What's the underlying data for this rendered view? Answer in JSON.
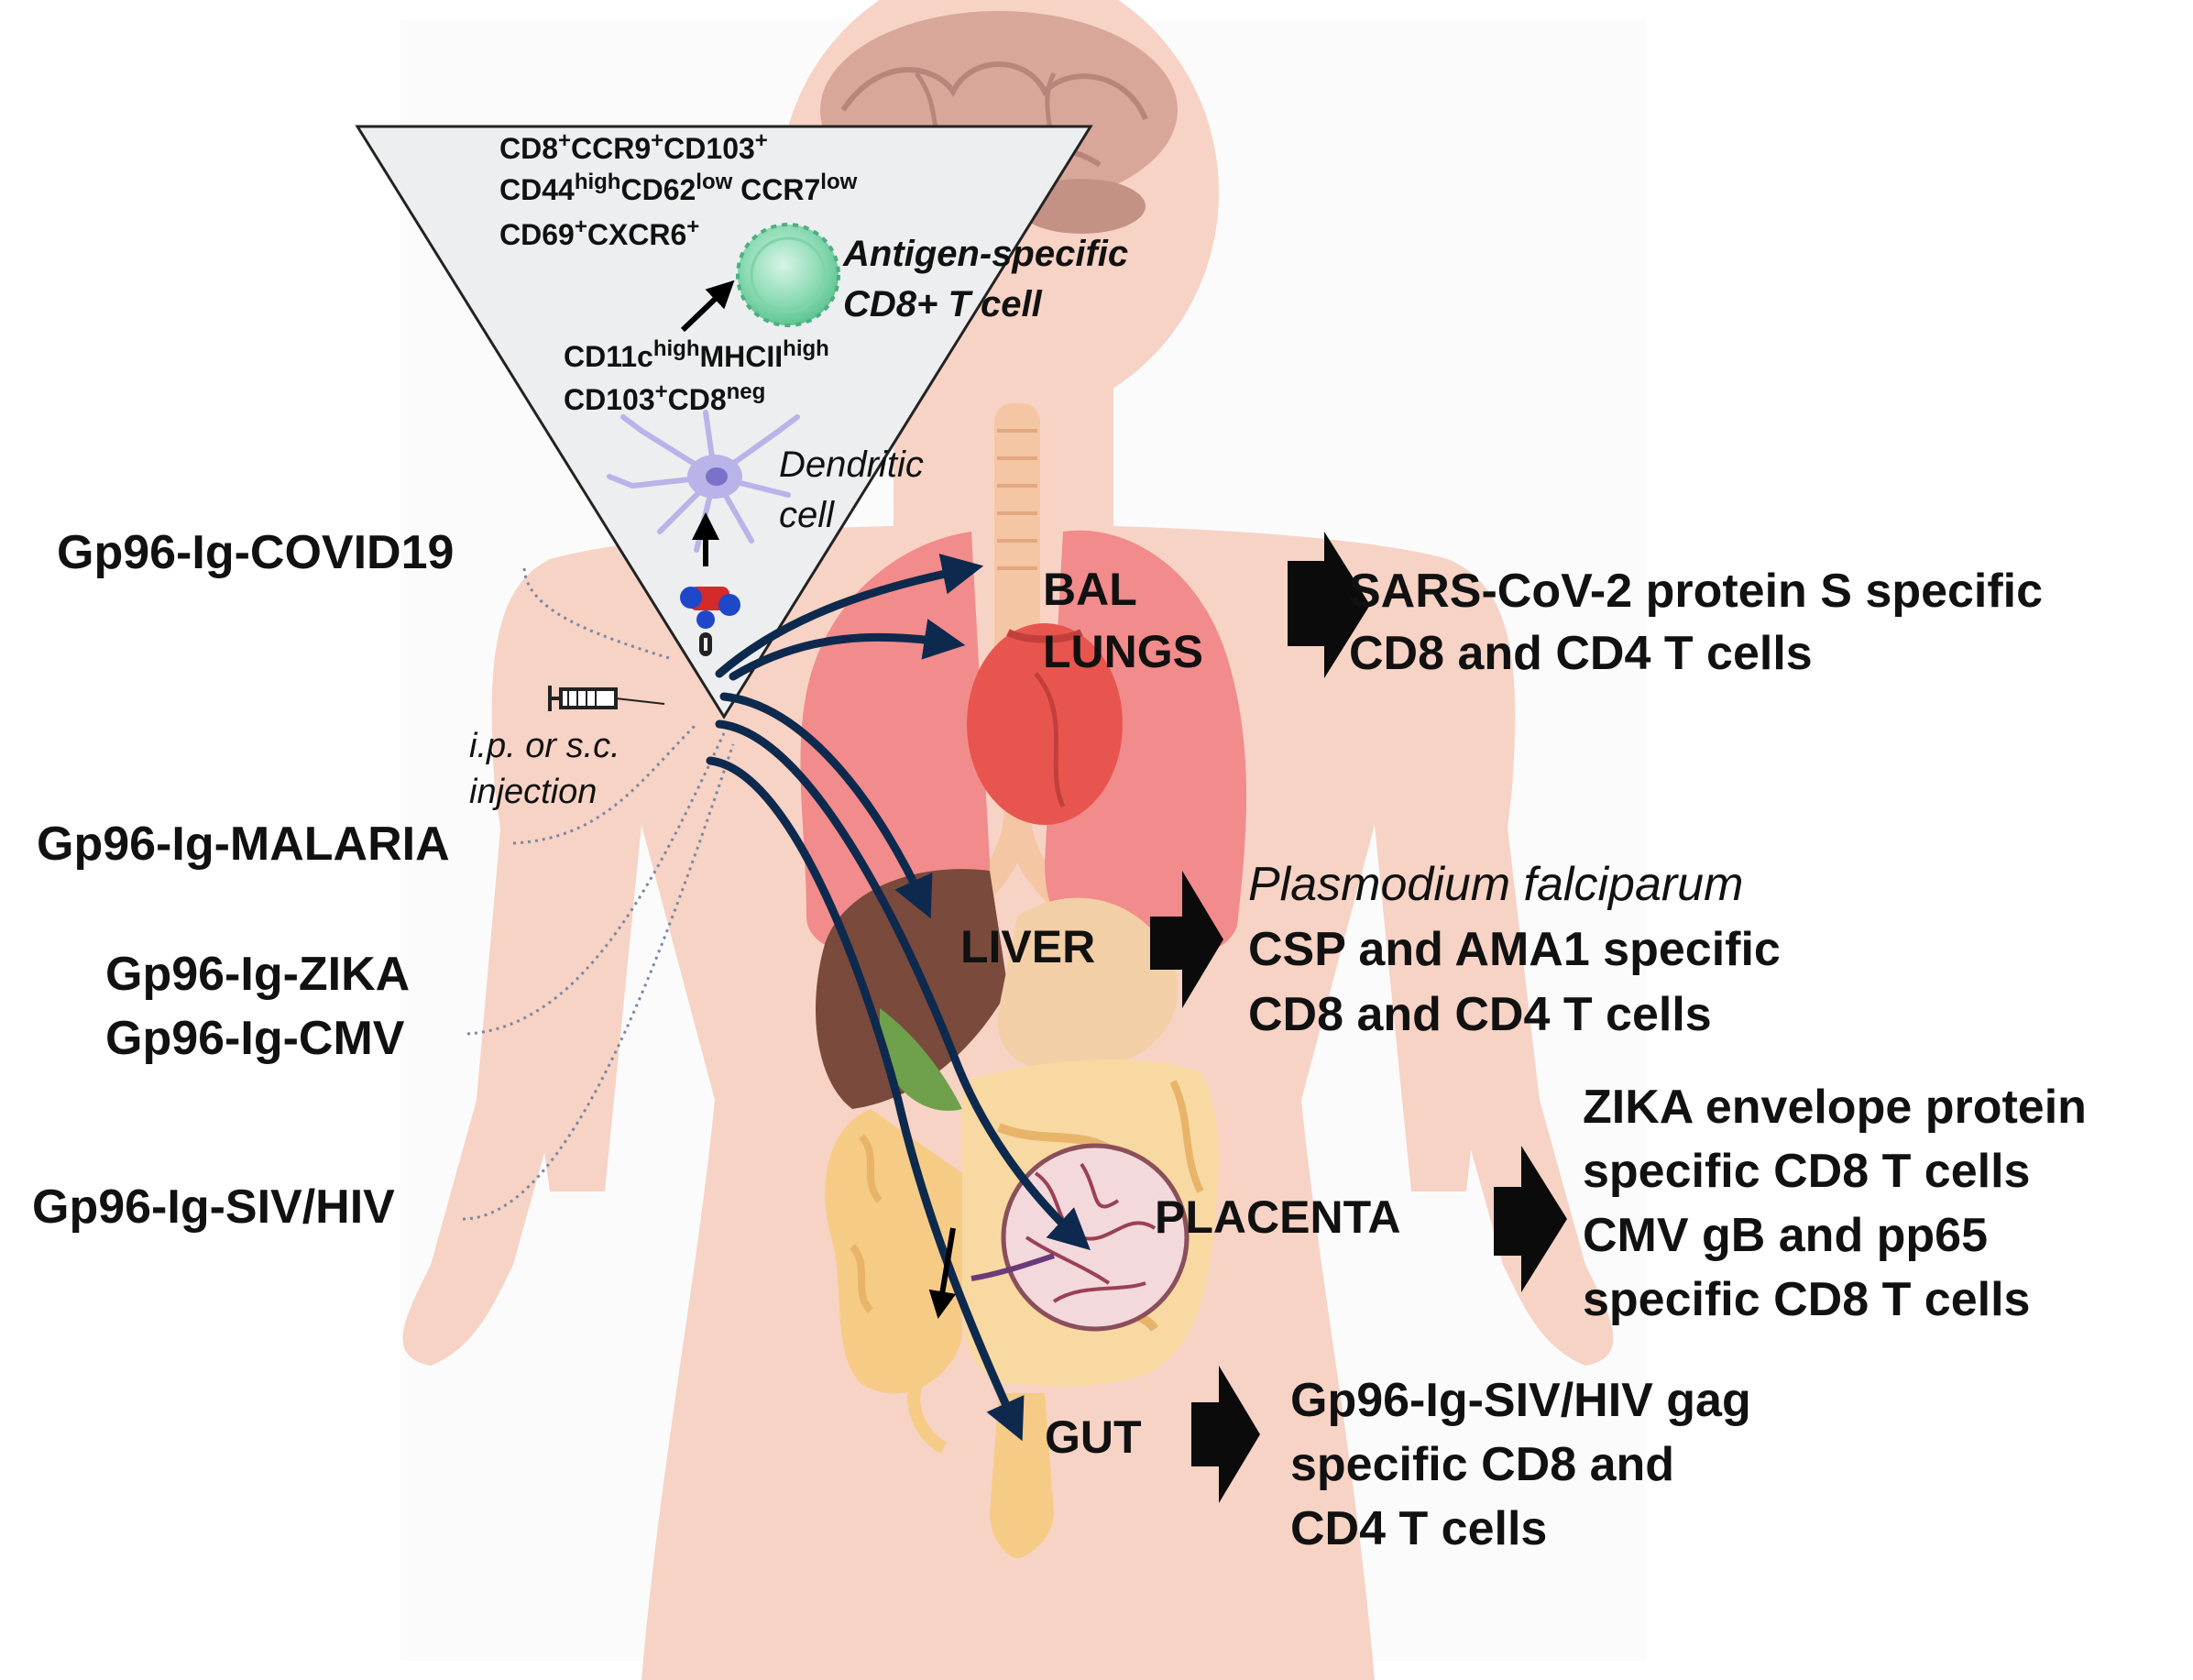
{
  "triangle": {
    "markers_line1": [
      "CD8",
      "+",
      "CCR9",
      "+",
      "CD103",
      "+"
    ],
    "markers_line2": [
      "CD44",
      "high",
      "CD62",
      "low",
      " CCR7",
      "low"
    ],
    "markers_line3": [
      "CD69",
      "+",
      "CXCR6",
      "+"
    ],
    "tcell_label_1": "Antigen-specific",
    "tcell_label_2": "CD8+ T cell",
    "dc_markers_line1": [
      "CD11c",
      "high",
      "MHCII",
      "high"
    ],
    "dc_markers_line2": [
      "CD103",
      "+",
      "CD8",
      "neg"
    ],
    "dc_label_1": "Dendritic",
    "dc_label_2": "cell"
  },
  "injection": {
    "line1": "i.p. or s.c.",
    "line2": "injection"
  },
  "vaccines": [
    {
      "label": "Gp96-Ig-COVID19"
    },
    {
      "label": "Gp96-Ig-MALARIA"
    },
    {
      "label": "Gp96-Ig-ZIKA"
    },
    {
      "label": "Gp96-Ig-CMV"
    },
    {
      "label": "Gp96-Ig-SIV/HIV"
    }
  ],
  "organs": [
    {
      "label": "BAL"
    },
    {
      "label": "LUNGS"
    },
    {
      "label": "LIVER"
    },
    {
      "label": "PLACENTA"
    },
    {
      "label": "GUT"
    }
  ],
  "outcomes": {
    "lungs": [
      "SARS-CoV-2 protein S specific",
      "CD8 and CD4 T cells"
    ],
    "liver_italic": "Plasmodium falciparum",
    "liver": [
      "CSP and AMA1 specific",
      "CD8 and CD4 T cells"
    ],
    "placenta": [
      "ZIKA envelope protein",
      "specific CD8 T cells",
      "CMV gB and pp65",
      "specific CD8 T cells"
    ],
    "gut": [
      "Gp96-Ig-SIV/HIV gag",
      "specific CD8 and",
      "CD4 T cells"
    ]
  },
  "colors": {
    "body": "#f7d3c5",
    "brain": "#d8a79a",
    "lung": "#f28b8b",
    "heart": "#e8554f",
    "liver": "#7a4a3c",
    "intestine": "#f6cb86",
    "arrow": "#0d2a4e",
    "triangle_fill": "#eceeef"
  }
}
